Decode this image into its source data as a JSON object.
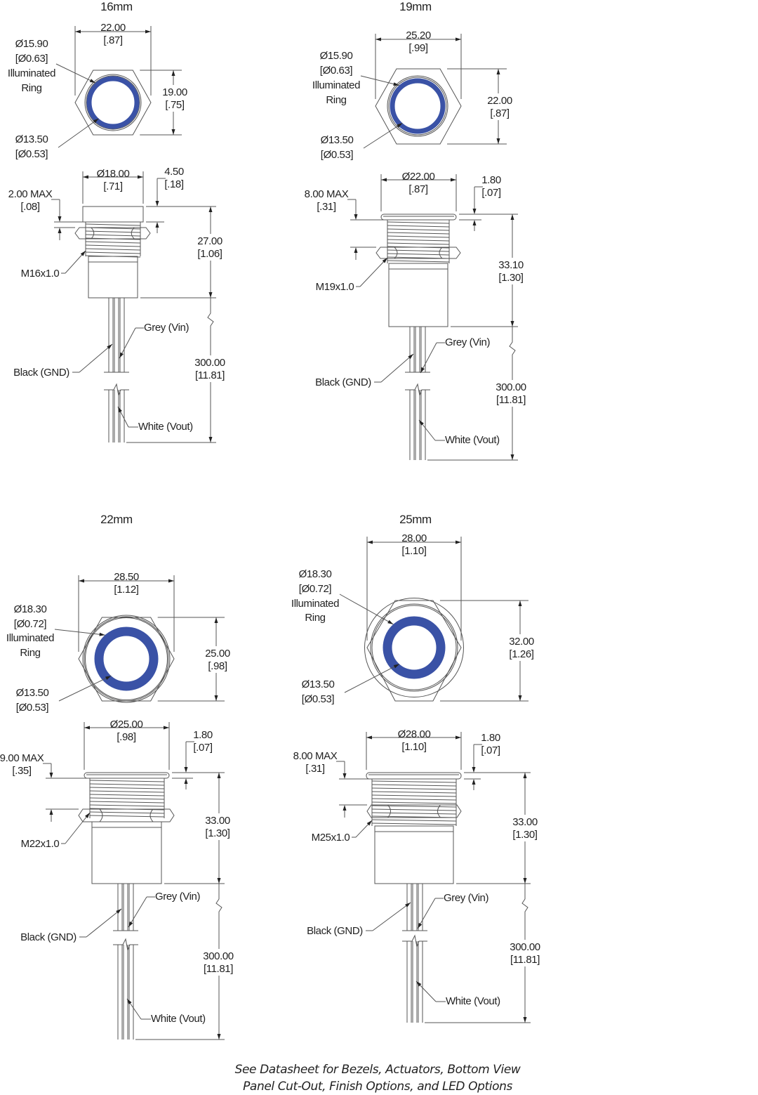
{
  "colors": {
    "ring": "#3a52a6",
    "line": "#555555"
  },
  "panels": [
    {
      "title": "16mm",
      "ring_dia": [
        "Ø15.90",
        "[Ø0.63]",
        "Illuminated",
        "Ring"
      ],
      "inner_dia": [
        "Ø13.50",
        "[Ø0.53]"
      ],
      "width": [
        "22.00",
        "[.87]"
      ],
      "height": [
        "19.00",
        "[.75]"
      ],
      "bezel_dia": [
        "Ø18.00",
        "[.71]"
      ],
      "bezel_h": [
        "4.50",
        "[.18]"
      ],
      "max_depth": [
        "2.00 MAX",
        "[.08]"
      ],
      "length": [
        "27.00",
        "[1.06]"
      ],
      "thread": "M16x1.0",
      "grey": "Grey (Vin)",
      "black": "Black (GND)",
      "lead_length": [
        "300.00",
        "[11.81]"
      ],
      "white": "White (Vout)"
    },
    {
      "title": "19mm",
      "ring_dia": [
        "Ø15.90",
        "[Ø0.63]",
        "Illuminated",
        "Ring"
      ],
      "inner_dia": [
        "Ø13.50",
        "[Ø0.53]"
      ],
      "width": [
        "25.20",
        "[.99]"
      ],
      "height": [
        "22.00",
        "[.87]"
      ],
      "bezel_dia": [
        "Ø22.00",
        "[.87]"
      ],
      "bezel_h": [
        "1.80",
        "[.07]"
      ],
      "max_depth": [
        "8.00 MAX",
        "[.31]"
      ],
      "length": [
        "33.10",
        "[1.30]"
      ],
      "thread": "M19x1.0",
      "grey": "Grey (Vin)",
      "black": "Black (GND)",
      "lead_length": [
        "300.00",
        "[11.81]"
      ],
      "white": "White (Vout)"
    },
    {
      "title": "22mm",
      "ring_dia": [
        "Ø18.30",
        "[Ø0.72]",
        "Illuminated",
        "Ring"
      ],
      "inner_dia": [
        "Ø13.50",
        "[Ø0.53]"
      ],
      "width": [
        "28.50",
        "[1.12]"
      ],
      "height": [
        "25.00",
        "[.98]"
      ],
      "bezel_dia": [
        "Ø25.00",
        "[.98]"
      ],
      "bezel_h": [
        "1.80",
        "[.07]"
      ],
      "max_depth": [
        "9.00 MAX",
        "[.35]"
      ],
      "length": [
        "33.00",
        "[1.30]"
      ],
      "thread": "M22x1.0",
      "grey": "Grey (Vin)",
      "black": "Black (GND)",
      "lead_length": [
        "300.00",
        "[11.81]"
      ],
      "white": "White (Vout)"
    },
    {
      "title": "25mm",
      "ring_dia": [
        "Ø18.30",
        "[Ø0.72]",
        "Illuminated",
        "Ring"
      ],
      "inner_dia": [
        "Ø13.50",
        "[Ø0.53]"
      ],
      "width": [
        "28.00",
        "[1.10]"
      ],
      "height": [
        "32.00",
        "[1.26]"
      ],
      "bezel_dia": [
        "Ø28.00",
        "[1.10]"
      ],
      "bezel_h": [
        "1.80",
        "[.07]"
      ],
      "max_depth": [
        "8.00 MAX",
        "[.31]"
      ],
      "length": [
        "33.00",
        "[1.30]"
      ],
      "thread": "M25x1.0",
      "grey": "Grey (Vin)",
      "black": "Black (GND)",
      "lead_length": [
        "300.00",
        "[11.81]"
      ],
      "white": "White (Vout)"
    }
  ],
  "footer": [
    "See Datasheet for Bezels, Actuators, Bottom View",
    "Panel Cut-Out, Finish Options, and LED Options"
  ]
}
